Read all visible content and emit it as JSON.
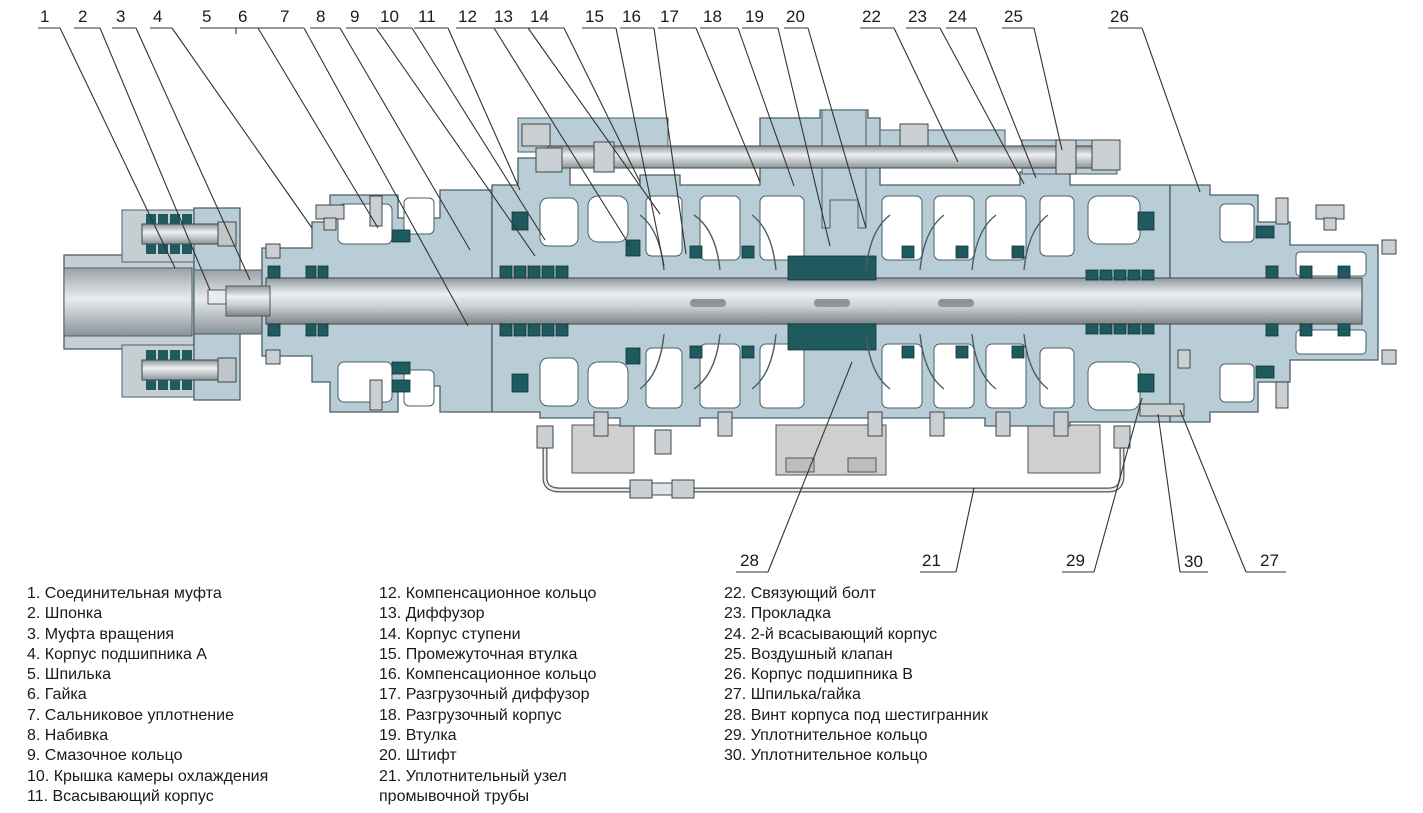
{
  "callouts_top": [
    "1",
    "2",
    "3",
    "4",
    "5",
    "6",
    "7",
    "8",
    "9",
    "10",
    "11",
    "12",
    "13",
    "14",
    "15",
    "16",
    "17",
    "18",
    "19",
    "20",
    "22",
    "23",
    "24",
    "25",
    "26"
  ],
  "callouts_bottom": [
    "28",
    "21",
    "29",
    "30",
    "27"
  ],
  "legend": {
    "col1": [
      "1. Соединительная муфта",
      "2. Шпонка",
      "3. Муфта вращения",
      "4. Корпус подшипника А",
      "5. Шпилька",
      "6. Гайка",
      "7. Сальниковое уплотнение",
      "8. Набивка",
      "9. Смазочное кольцо",
      "10. Крышка камеры охлаждения",
      "11. Всасывающий корпус"
    ],
    "col2": [
      "12. Компенсационное кольцо",
      "13. Диффузор",
      "14. Корпус ступени",
      "15. Промежуточная втулка",
      "16. Компенсационное кольцо",
      "17. Разгрузочный диффузор",
      "18. Разгрузочный корпус",
      "19. Втулка",
      "20. Штифт",
      "21. Уплотнительный узел",
      "промывочной трубы"
    ],
    "col3": [
      "22. Связующий болт",
      "23. Прокладка",
      "24. 2-й всасывающий корпус",
      "25. Воздушный клапан",
      "26. Корпус подшипника В",
      "27. Шпилька/гайка",
      "28. Винт корпуса под шестигранник",
      "29. Уплотнительное кольцо",
      "30. Уплотнительное кольцо"
    ]
  },
  "colors": {
    "casing": "#b9cdd6",
    "casing_edge": "#4a5e68",
    "seal": "#1f5a5e",
    "shaft": "#c9ced2",
    "base": "#cfcfcf"
  }
}
